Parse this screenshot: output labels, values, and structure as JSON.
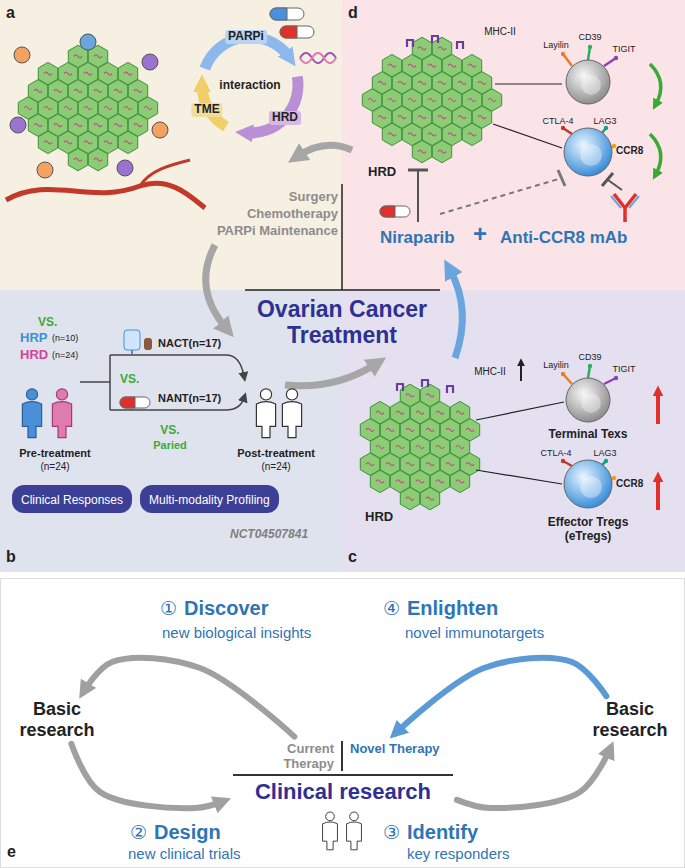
{
  "diagram": {
    "nodes": [
      {
        "text": [
          "a"
        ]
      },
      {
        "text": [
          "d"
        ]
      },
      {
        "text": [
          "b"
        ]
      },
      {
        "text": [
          "Clinical Responses"
        ],
        "in": 2
      },
      {
        "text": [
          "Multi-modality Profiling"
        ],
        "in": 2
      },
      {
        "text": [
          "c"
        ]
      },
      {
        "text": [
          "e"
        ]
      },
      {
        "text": [
          "Basic research"
        ],
        "in": 6
      },
      {
        "text": [
          "Current Therapy",
          "Novel Therapy",
          "Clinical research"
        ],
        "in": 6
      },
      {
        "text": [
          "Basic research"
        ],
        "in": 6
      }
    ],
    "edges": [
      {
        "from": 8,
        "to": 7,
        "arrow": "to"
      },
      {
        "from": 7,
        "to": 8,
        "arrow": "to"
      },
      {
        "from": 8,
        "to": 9,
        "arrow": "to"
      },
      {
        "from": 9,
        "to": 8,
        "arrow": "to"
      }
    ],
    "labels": [
      "PARPi",
      "interaction",
      "HRD",
      "TME",
      "Surgery",
      "Chemotherapy",
      "PARPi Maintenance",
      "Ovarian Cancer Treatment",
      "VS.",
      "HRP",
      "(n=10)",
      "HRD",
      "(n=24)",
      "NACT(n=17)",
      "VS.",
      "NANT(n=17)",
      "Pre-treatment",
      "(n=24)",
      "VS.",
      "Paried",
      "Post-treatment",
      "(n=24)",
      "NCT04507841",
      "MHC-II",
      "Layilin",
      "CD39",
      "TIGIT",
      "CTLA-4",
      "LAG3",
      "CCR8",
      "HRD",
      "Niraparib",
      "+",
      "Anti-CCR8 mAb",
      "MHC-II",
      "HRD",
      "Layilin",
      "CD39",
      "TIGIT",
      "Terminal Texs",
      "CTLA-4",
      "LAG3",
      "CCR8",
      "Effector Tregs (eTregs)",
      "①",
      "Discover",
      "new biological insights",
      "④",
      "Enlighten",
      "novel immunotargets",
      "②",
      "Design",
      "new clinical trials",
      "③",
      "Identify",
      "key responders"
    ]
  }
}
